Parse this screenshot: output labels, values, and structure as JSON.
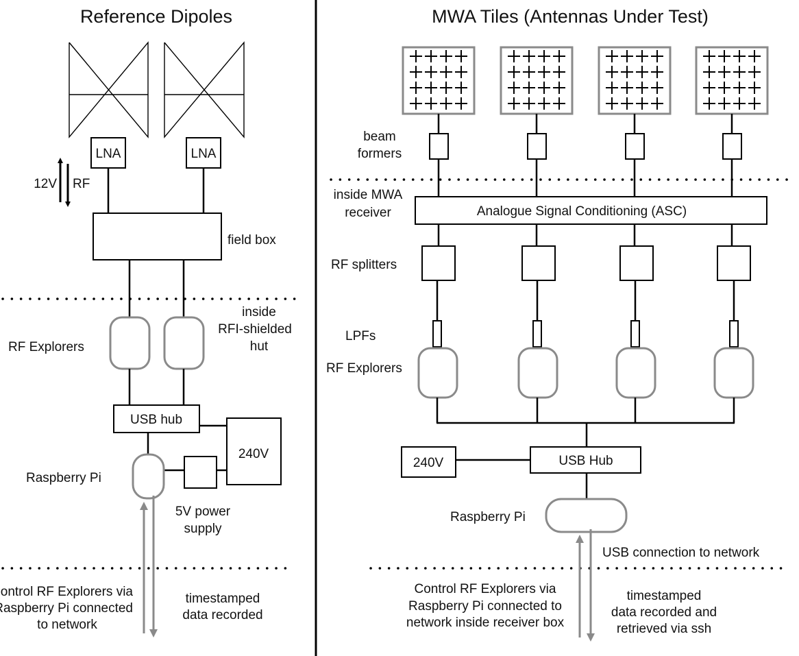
{
  "left": {
    "title": "Reference Dipoles",
    "lna_label": "LNA",
    "power_label": "12V",
    "rf_label": "RF",
    "field_box_label": "field box",
    "hut_label_1": "inside",
    "hut_label_2": "RFI-shielded",
    "hut_label_3": "hut",
    "rf_explorers_label": "RF Explorers",
    "usb_hub_label": "USB hub",
    "mains_label": "240V",
    "raspberry_pi_label": "Raspberry Pi",
    "psu_label_1": "5V power",
    "psu_label_2": "supply",
    "control_label_1": "Control RF Explorers via",
    "control_label_2": "Raspberry Pi connected",
    "control_label_3": "to network",
    "data_label_1": "timestamped",
    "data_label_2": "data recorded"
  },
  "right": {
    "title": "MWA Tiles (Antennas Under Test)",
    "tile_glyph_row": "++++",
    "beamformers_label_1": "beam",
    "beamformers_label_2": "formers",
    "receiver_label_1": "inside MWA",
    "receiver_label_2": "receiver",
    "asc_label": "Analogue Signal Conditioning (ASC)",
    "splitters_label": "RF splitters",
    "lpfs_label": "LPFs",
    "rf_explorers_label": "RF Explorers",
    "mains_label": "240V",
    "usb_hub_label": "USB Hub",
    "raspberry_pi_label": "Raspberry Pi",
    "usb_network_label": "USB connection to network",
    "control_label_1": "Control RF Explorers via",
    "control_label_2": "Raspberry Pi connected to",
    "control_label_3": "network inside receiver box",
    "data_label_1": "timestamped",
    "data_label_2": "data recorded and",
    "data_label_3": "retrieved via ssh"
  },
  "colors": {
    "line": "#000000",
    "grey_outline": "#8a8a8a",
    "background": "#ffffff"
  }
}
